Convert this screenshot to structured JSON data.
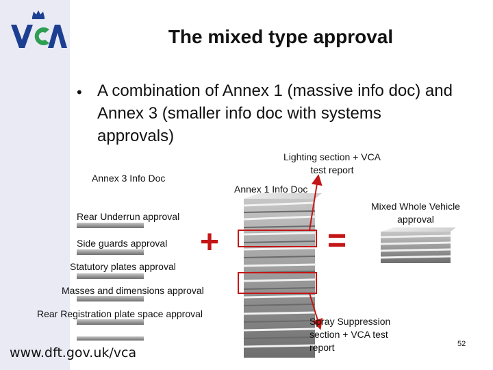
{
  "slide": {
    "title": "The mixed type approval",
    "bullet_marker": "•",
    "bullet": "A combination of Annex 1 (massive info doc) and Annex 3 (smaller info doc with systems approvals)"
  },
  "labels": {
    "lighting": "Lighting section + VCA test report",
    "annex3": "Annex 3 Info Doc",
    "annex1": "Annex 1 Info Doc",
    "mixed": "Mixed Whole Vehicle approval",
    "spray": "Spray Suppression section + VCA test report"
  },
  "approvals": [
    "Rear Underrun approval",
    "Side guards approval",
    "Statutory plates approval",
    "Masses and dimensions approval",
    "Rear Registration plate space approval"
  ],
  "symbols": {
    "plus": "+",
    "equals": "="
  },
  "footer": {
    "url": "www.dft.gov.uk/vca",
    "page_number": "52"
  },
  "logo": {
    "text": "VCA",
    "icon": "crown-icon"
  },
  "colors": {
    "sidebar": "#e9eaf4",
    "accent_red": "#c41616",
    "logo_blue": "#1d3f91",
    "logo_green": "#2e9e52"
  }
}
